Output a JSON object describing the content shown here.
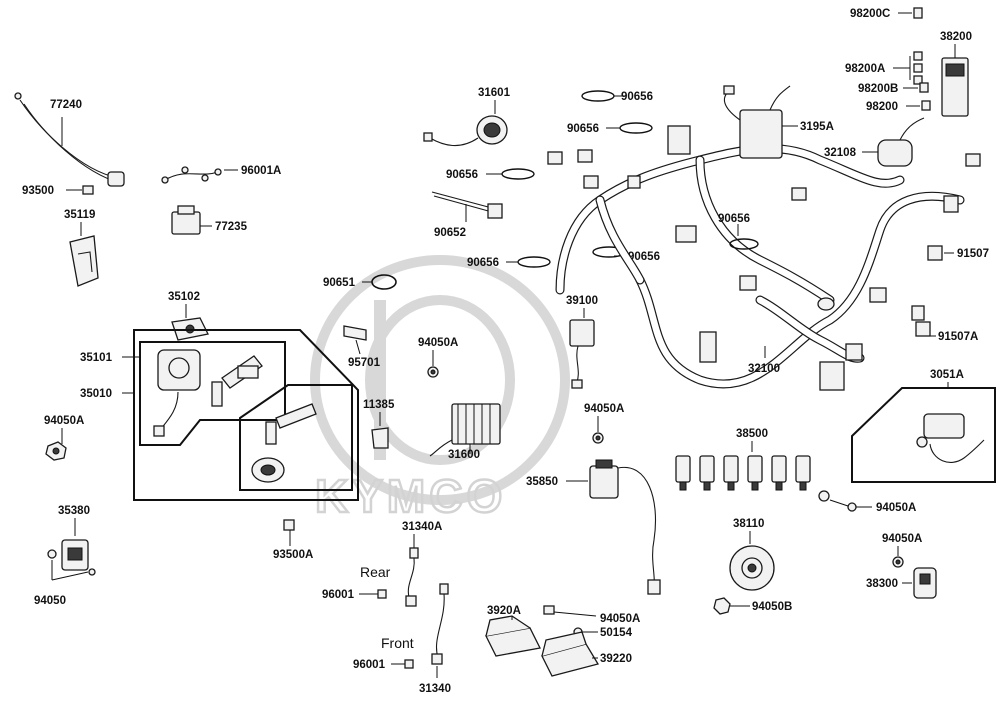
{
  "watermark": {
    "brand": "KYMCO"
  },
  "callouts": {
    "c77240": "77240",
    "c93500": "93500",
    "c35119": "35119",
    "c96001A": "96001A",
    "c77235": "77235",
    "c35102": "35102",
    "c35101": "35101",
    "c35010": "35010",
    "c94050A_left": "94050A",
    "c35380": "35380",
    "c94050": "94050",
    "c93500A": "93500A",
    "c31601": "31601",
    "c90656_a": "90656",
    "c90656_b": "90656",
    "c90656_c": "90656",
    "c90656_d": "90656",
    "c90656_e": "90656",
    "c90656_f": "90656",
    "c90652": "90652",
    "c90651": "90651",
    "c95701": "95701",
    "c94050A_mid": "94050A",
    "c11385": "11385",
    "c31600": "31600",
    "c31340A": "31340A",
    "c96001_rear": "96001",
    "c96001_front": "96001",
    "c31340": "31340",
    "c39100": "39100",
    "c94050A_relay": "94050A",
    "c35850": "35850",
    "c3920A": "3920A",
    "c94050A_bottom": "94050A",
    "c50154": "50154",
    "c39220": "39220",
    "c38500": "38500",
    "c38110": "38110",
    "c94050B": "94050B",
    "c94050A_right1": "94050A",
    "c94050A_right2": "94050A",
    "c38300": "38300",
    "c3051A": "3051A",
    "c32100": "32100",
    "c91507": "91507",
    "c91507A": "91507A",
    "c32108": "32108",
    "c3195A": "3195A",
    "c98200C": "98200C",
    "c38200": "38200",
    "c98200A": "98200A",
    "c98200B": "98200B",
    "c98200": "98200"
  },
  "annotations": {
    "rear": "Rear",
    "front": "Front"
  }
}
